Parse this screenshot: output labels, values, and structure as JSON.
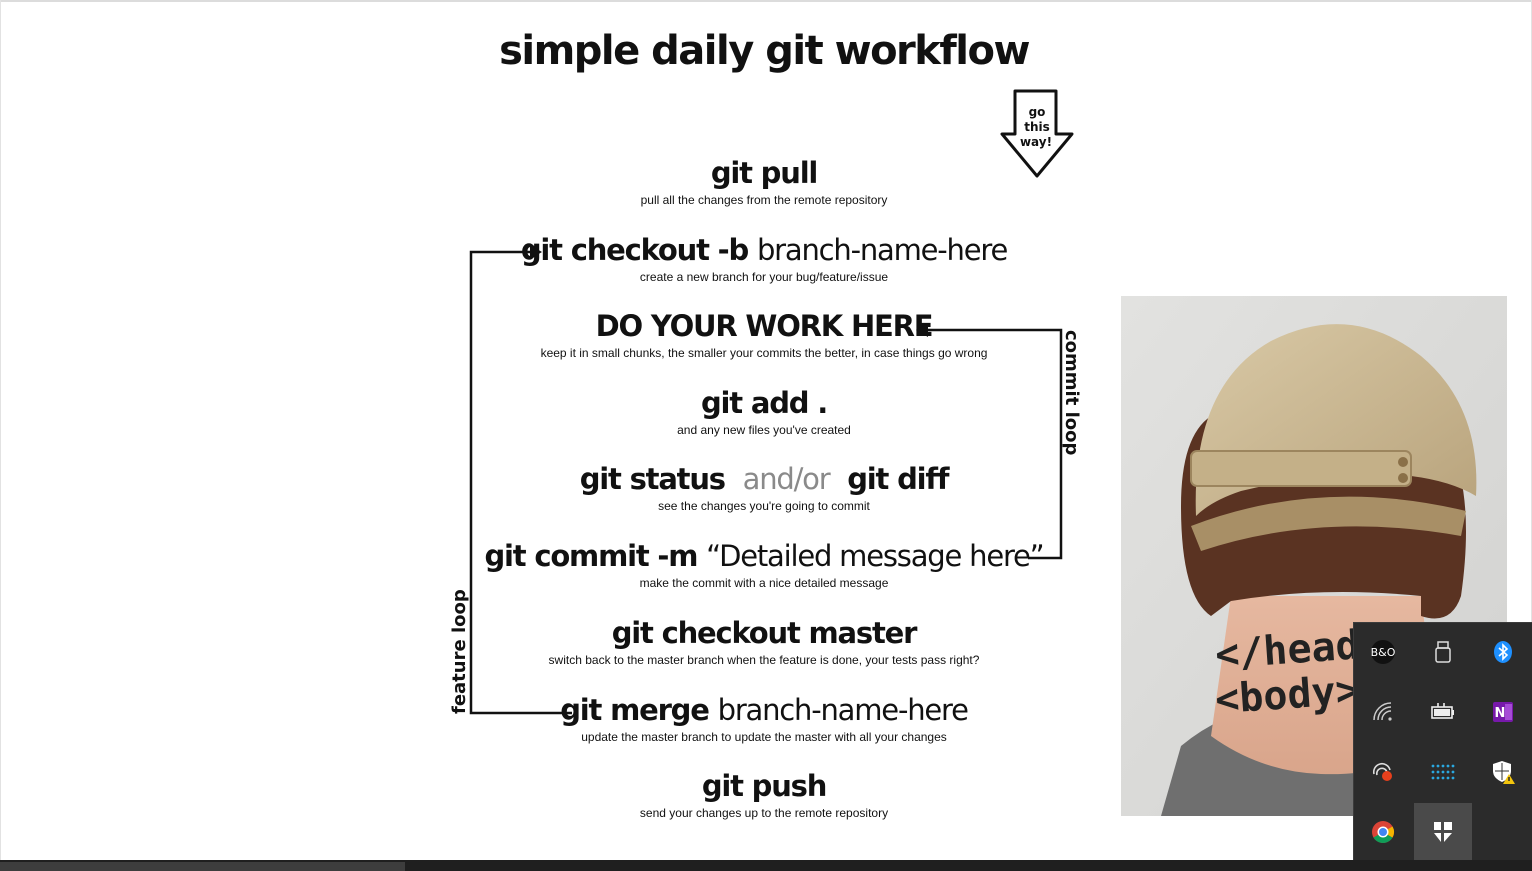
{
  "diagram": {
    "title": "simple daily git workflow",
    "direction_badge": [
      "go",
      "this",
      "way!"
    ],
    "steps": [
      {
        "cmd": "git pull",
        "desc": "pull all the changes from the remote repository"
      },
      {
        "cmd": "git checkout -b",
        "arg": "branch-name-here",
        "desc": "create a new branch for your bug/feature/issue"
      },
      {
        "cmd": "DO YOUR WORK HERE",
        "desc": "keep it in small chunks, the smaller your commits the better, in case things go wrong"
      },
      {
        "cmd": "git add .",
        "desc": "and any new files you've created"
      },
      {
        "cmd": "git status",
        "mid": "and/or",
        "cmd2": "git diff",
        "desc": "see the changes you're going to commit"
      },
      {
        "cmd": "git commit -m",
        "arg": "“Detailed message here”",
        "desc": "make the commit with a nice detailed message"
      },
      {
        "cmd": "git checkout master",
        "desc": "switch back to the master branch when the feature is done, your tests pass right?"
      },
      {
        "cmd": "git merge",
        "arg": "branch-name-here",
        "desc": "update the master branch to update the master with all your changes"
      },
      {
        "cmd": "git push",
        "desc": "send your changes up to the remote repository"
      }
    ],
    "loops": {
      "commit": "commit loop",
      "feature": "feature loop"
    }
  },
  "photo": {
    "tattoo_lines": [
      "</head>",
      "<body>"
    ]
  },
  "tray": {
    "icons": [
      "bang-olufsen-icon",
      "usb-drive-icon",
      "bluetooth-icon",
      "wifi-icon",
      "battery-icon",
      "onenote-icon",
      "cloud-sync-icon",
      "dots-grid-icon",
      "windows-security-icon",
      "chrome-icon",
      "app-tiles-icon"
    ],
    "colors": {
      "bluetooth": "#1e90ff",
      "onenote": "#7719aa",
      "warning": "#f2c40d",
      "background": "#2b2b2b"
    }
  }
}
